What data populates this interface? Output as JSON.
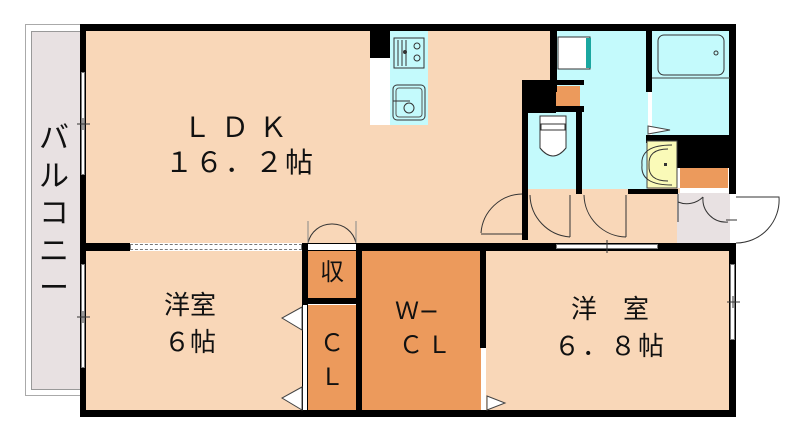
{
  "floor_plan": {
    "balcony": {
      "label": "バルコニー"
    },
    "rooms": {
      "ldk": {
        "name": "ＬＤＫ",
        "size": "１６．２帖"
      },
      "western_room_1": {
        "name": "洋室",
        "size": "６帖"
      },
      "western_room_2": {
        "name": "洋　室",
        "size": "６．８帖"
      },
      "storage": {
        "label": "収"
      },
      "closet": {
        "label_line1": "Ｃ",
        "label_line2": "Ｌ"
      },
      "walk_in_closet": {
        "label_line1": "Ｗ−",
        "label_line2": "ＣＬ"
      }
    },
    "fixtures": [
      "kitchen-stove",
      "kitchen-sink",
      "toilet",
      "washing-machine",
      "bathtub",
      "washbasin"
    ],
    "colors": {
      "room_floor": "#f9d7b8",
      "wet_area": "#c4fafc",
      "closet": "#ec9a5c",
      "balcony": "#e8e1e2",
      "entrance": "#e8e1e2",
      "washbasin": "#fafab8",
      "wall": "#000000"
    }
  }
}
